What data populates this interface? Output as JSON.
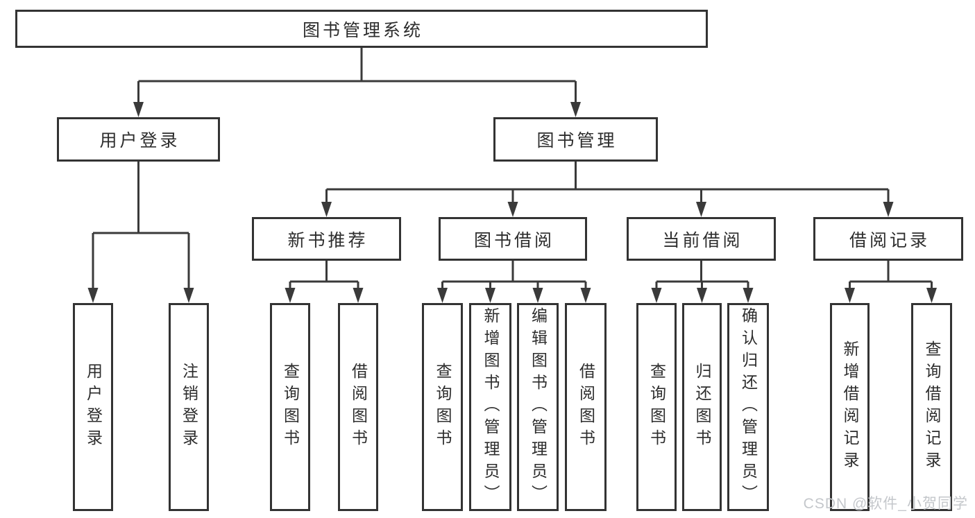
{
  "tree": {
    "label": "图书管理系统",
    "children": [
      {
        "label": "用户登录",
        "children": [
          {
            "label": "用户登录"
          },
          {
            "label": "注销登录"
          }
        ]
      },
      {
        "label": "图书管理",
        "children": [
          {
            "label": "新书推荐",
            "children": [
              {
                "label": "查询图书"
              },
              {
                "label": "借阅图书"
              }
            ]
          },
          {
            "label": "图书借阅",
            "children": [
              {
                "label": "查询图书"
              },
              {
                "label": "新增图书（管理员）"
              },
              {
                "label": "编辑图书（管理员）"
              },
              {
                "label": "借阅图书"
              }
            ]
          },
          {
            "label": "当前借阅",
            "children": [
              {
                "label": "查询图书"
              },
              {
                "label": "归还图书"
              },
              {
                "label": "确认归还（管理员）"
              }
            ]
          },
          {
            "label": "借阅记录",
            "children": [
              {
                "label": "新增借阅记录"
              },
              {
                "label": "查询借阅记录"
              }
            ]
          }
        ]
      }
    ]
  },
  "watermark": {
    "text": "CSDN @软件_小贺同学"
  },
  "colors": {
    "line": "#3a3a3a",
    "node_border": "#333333",
    "text": "#2d2d2d",
    "watermark": "#c4c7cb",
    "background": "#ffffff"
  }
}
